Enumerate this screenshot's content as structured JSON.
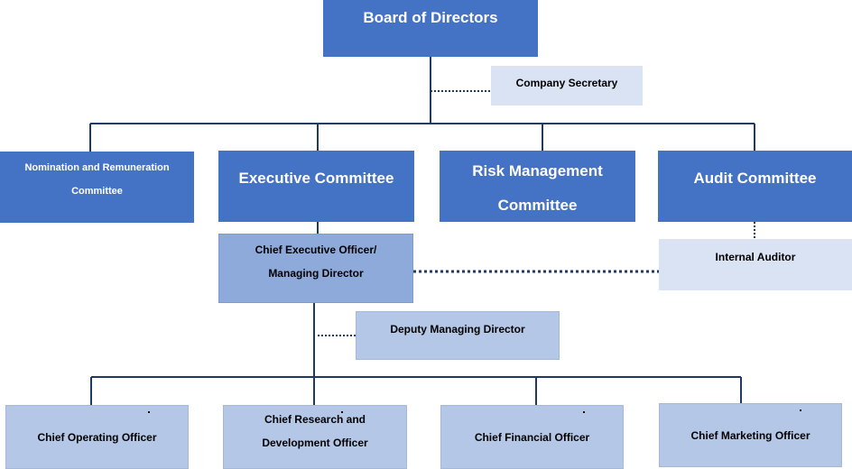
{
  "nodes": {
    "board": "Board of Directors",
    "secretary": "Company Secretary",
    "nomination": "Nomination and Remuneration\nCommittee",
    "executive": "Executive Committee",
    "risk": "Risk Management\nCommittee",
    "audit": "Audit Committee",
    "ceo": "Chief Executive Officer/\nManaging Director",
    "internal_auditor": "Internal Auditor",
    "deputy": "Deputy Managing Director",
    "coo": "Chief Operating Officer",
    "crdo": "Chief Research and\nDevelopment Officer",
    "cfo": "Chief Financial Officer",
    "cmo": "Chief Marketing Officer"
  },
  "colors": {
    "dark_box": "#4472c4",
    "mid_box": "#8eaadb",
    "light_box": "#dae3f3",
    "pale_box": "#b4c7e7",
    "connector": "#1f3864"
  }
}
